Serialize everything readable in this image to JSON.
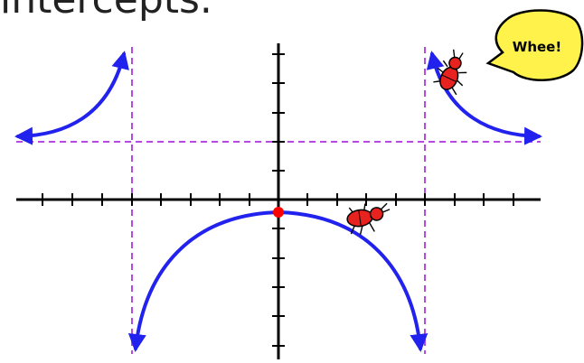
{
  "caption": "intercepts.",
  "speech_bubble": "Whee!",
  "colors": {
    "curve": "#2222ee",
    "asymptote": "#b44be0",
    "axis": "#000000",
    "intercept_point": "#ff0000",
    "bug_body": "#e8221e",
    "bubble_fill": "#fff24a"
  },
  "icons": [
    "bug-icon",
    "bug-icon",
    "speech-bubble"
  ]
}
